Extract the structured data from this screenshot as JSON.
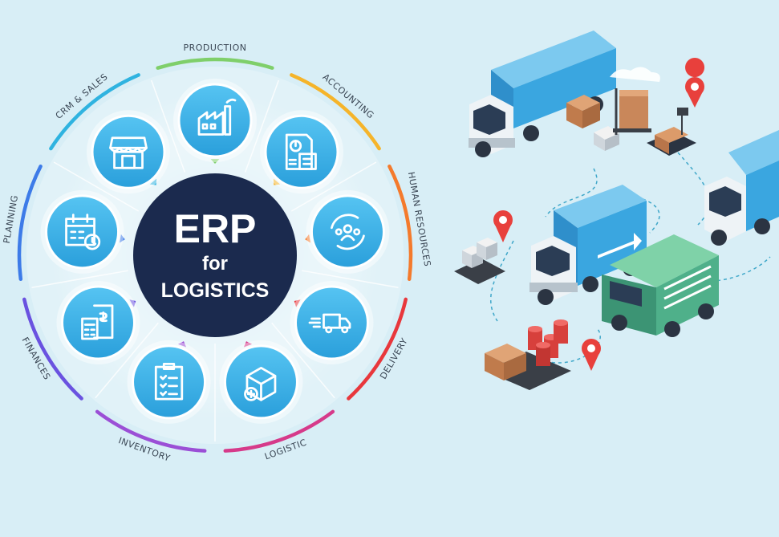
{
  "hub": {
    "line1": "ERP",
    "line2": "for",
    "line3": "LOGISTICS"
  },
  "modules": [
    {
      "label": "PRODUCTION",
      "icon": "factory-icon",
      "color": "#7fcf6a"
    },
    {
      "label": "ACCOUNTING",
      "icon": "report-calculator-icon",
      "color": "#f5b42a"
    },
    {
      "label": "HUMAN RESOURCES",
      "icon": "team-cycle-icon",
      "color": "#f47a2c"
    },
    {
      "label": "DELIVERY",
      "icon": "delivery-truck-icon",
      "color": "#e8373c"
    },
    {
      "label": "LOGISTIC",
      "icon": "package-add-icon",
      "color": "#d63a8a"
    },
    {
      "label": "INVENTORY",
      "icon": "clipboard-checklist-icon",
      "color": "#9b4fd6"
    },
    {
      "label": "FINANCES",
      "icon": "invoice-calculator-icon",
      "color": "#6a52e0"
    },
    {
      "label": "PLANNING",
      "icon": "calendar-clock-icon",
      "color": "#3d7be8"
    },
    {
      "label": "CRM & SALES",
      "icon": "storefront-icon",
      "color": "#2fb3e0"
    }
  ],
  "colors": {
    "hub": "#1b2a4e",
    "icon_fill": "#3fb0e6",
    "truck_cargo": "#3aa6e0",
    "van": "#4fb08a",
    "pin": "#e8403c",
    "box": "#c9875a"
  }
}
